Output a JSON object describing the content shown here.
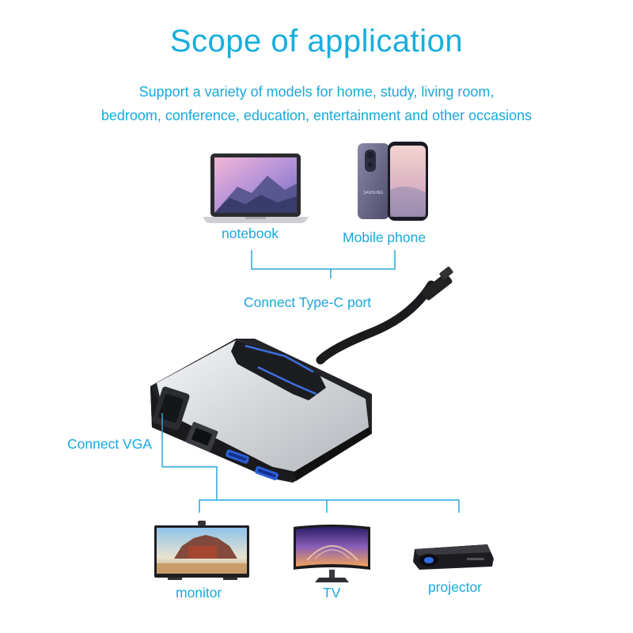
{
  "header": {
    "title": "Scope of application",
    "subtitle_line1": "Support a variety of models for home, study, living room,",
    "subtitle_line2": "bedroom, conference, education, entertainment and other occasions"
  },
  "sources": {
    "notebook_label": "notebook",
    "phone_label": "Mobile phone",
    "connect_typec_label": "Connect Type-C port"
  },
  "adapter": {
    "connect_vga_label": "Connect VGA"
  },
  "outputs": {
    "monitor_label": "monitor",
    "tv_label": "TV",
    "projector_label": "projector"
  },
  "colors": {
    "accent": "#1aa6d6",
    "line": "#2aa6dc"
  }
}
